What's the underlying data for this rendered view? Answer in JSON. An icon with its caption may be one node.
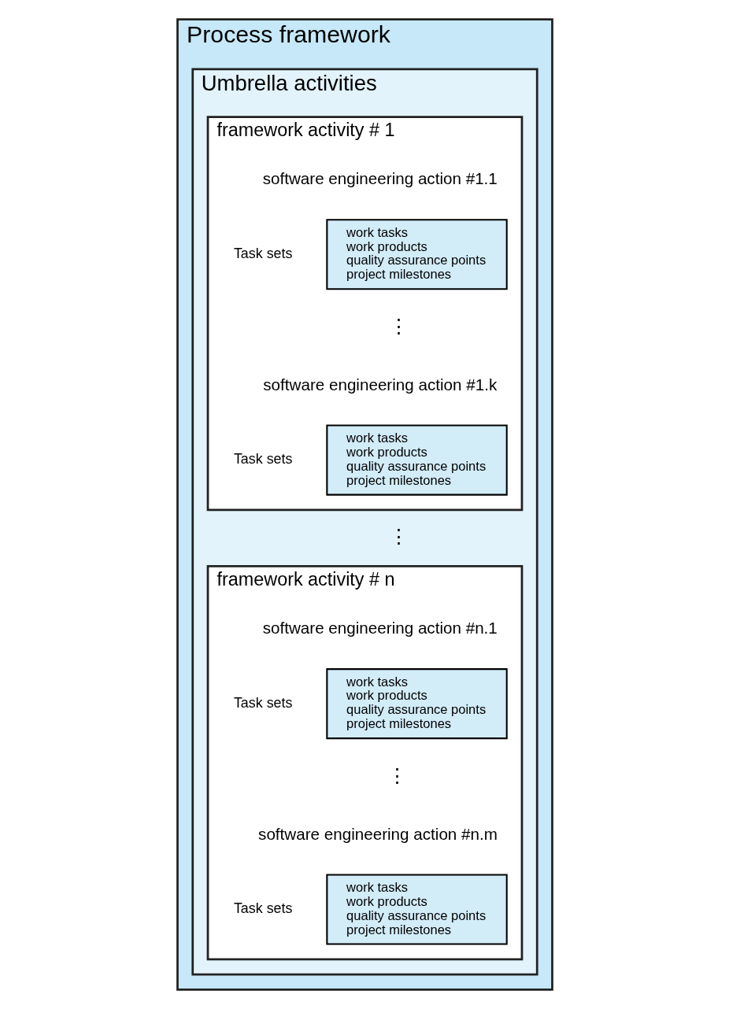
{
  "diagram": {
    "nodes": [
      {
        "text": [
          "Process framework"
        ]
      },
      {
        "text": [
          "Umbrella activities"
        ],
        "in": 0
      },
      {
        "text": [
          "framework activity # 1"
        ],
        "in": 1
      },
      {
        "text": [
          "work tasks",
          "work products",
          "quality assurance points",
          "project milestones"
        ],
        "in": 2,
        "beside": [
          "software engineering action #1.1",
          "Task sets"
        ]
      },
      {
        "text": [
          "work tasks",
          "work products",
          "quality assurance points",
          "project milestones"
        ],
        "in": 2,
        "beside": [
          "software engineering action #1.k",
          "Task sets"
        ]
      },
      {
        "text": [
          "framework activity # n"
        ],
        "in": 1
      },
      {
        "text": [
          "work tasks",
          "work products",
          "quality assurance points",
          "project milestones"
        ],
        "in": 5,
        "beside": [
          "software engineering action #n.1",
          "Task sets"
        ]
      },
      {
        "text": [
          "work tasks",
          "work products",
          "quality assurance points",
          "project milestones"
        ],
        "in": 5,
        "beside": [
          "software engineering action #n.m",
          "Task sets"
        ]
      }
    ],
    "labels": [
      "⋮",
      "⋮",
      "⋮"
    ]
  }
}
